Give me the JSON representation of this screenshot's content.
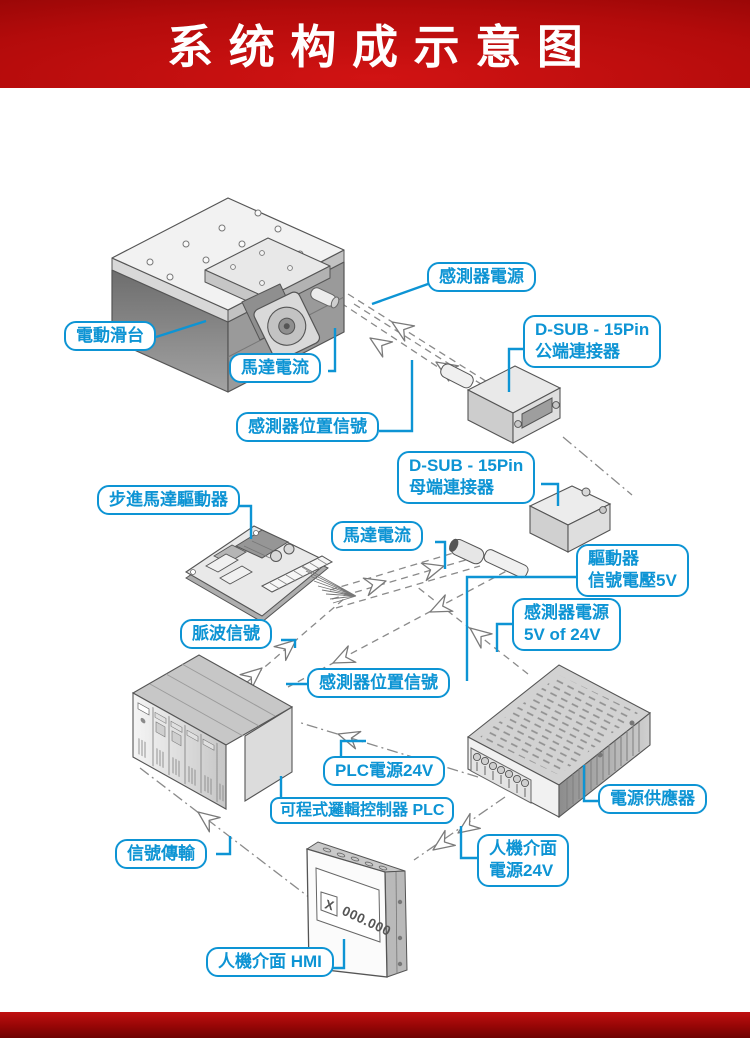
{
  "banner": {
    "title": "系统构成示意图"
  },
  "callouts": {
    "sensor_power_top": "感測器電源",
    "dsub_male": "D-SUB - 15Pin\n公端連接器",
    "slide_table": "電動滑台",
    "motor_current_top": "馬達電流",
    "sensor_position_top": "感測器位置信號",
    "dsub_female": "D-SUB - 15Pin\n母端連接器",
    "stepper_driver": "步進馬達驅動器",
    "motor_current_mid": "馬達電流",
    "driver_signal_voltage": "驅動器\n信號電壓5V",
    "sensor_power_5v": "感測器電源\n5V of 24V",
    "pulse_signal": "脈波信號",
    "sensor_position_low": "感測器位置信號",
    "plc_power": "PLC電源24V",
    "plc": "可程式邏輯控制器 PLC",
    "power_supply": "電源供應器",
    "signal_transmission": "信號傳輸",
    "hmi_power": "人機介面\n電源24V",
    "hmi": "人機介面 HMI"
  },
  "hmi_screen": {
    "axis_label": "X",
    "value": "000.000"
  },
  "colors": {
    "callout_blue": "#0d94d4",
    "banner_red": "#c41111",
    "banner_red_dark": "#6e0202",
    "line_gray": "#8a8a8a"
  }
}
